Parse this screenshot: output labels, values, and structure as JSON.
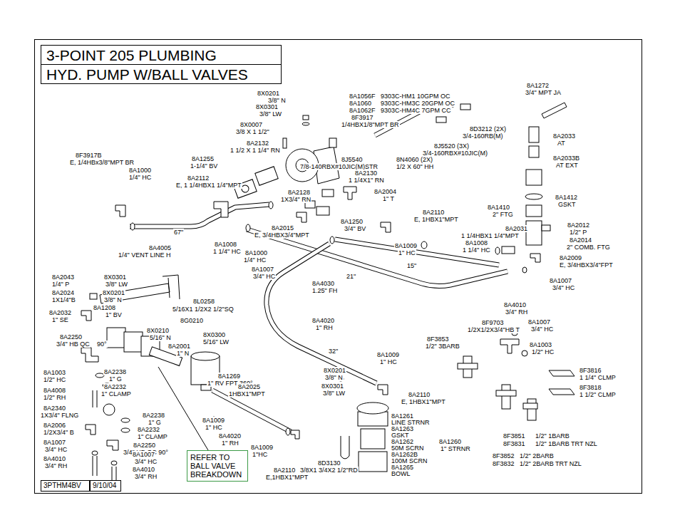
{
  "diagram": {
    "title": "3-POINT 205 PLUMBING HYD. PUMP W/BALL VALVES",
    "nodes": [
      {
        "text": [
          "REFER TO BALL VALVE BREAKDOWN"
        ]
      },
      {
        "text": [
          "3PTHM4BV"
        ]
      },
      {
        "text": [
          "9/10/04"
        ]
      }
    ],
    "labels": [
      "8X0201",
      "3/8\" N",
      "8X0301",
      "3/8\" LW",
      "8X0007",
      "3/8 X 1 1/2\"",
      "8A2132",
      "1 1/2 X 1 1/4\" RN",
      "8A1255",
      "1-1/4\" BV",
      "8A2112",
      "E, 1 1/4HBX1 1/4\"MPT",
      "8F3917B",
      "E, 1/4HBx3/8\"MPT BR",
      "8A1000",
      "1/4\" HC",
      "8A1056F",
      "9303C-HM1 10GPM OC",
      "8A1060",
      "9303C-HM3C 20GPM OC",
      "8A1062F",
      "9303C-HM4C 7GPM CC",
      "8F3917",
      "1/4HBX1/8\"MPT BR",
      "8D3212 (2X)",
      "3/4-160RB(M)",
      "8J5520 (3X)",
      "3/4-160RBX#10JIC(M)",
      "8J5540",
      "7/8-140RBX#10JIC(M)STR",
      "8N4060 (2X)",
      "1/2 X 60\" HH",
      "8A1272",
      "3/4\" MPT JA",
      "8A2033",
      "AT",
      "8A2033B",
      "AT EXT",
      "8A1412",
      "GSKT",
      "8A1410",
      "2\" FTG",
      "8A2012",
      "1/2\" P",
      "8A2014",
      "2\" COMB. FTG",
      "8A2031",
      "1 1/4HBX1 1/4\"MPT",
      "8A1008",
      "1 1/4\" HC",
      "8A2009",
      "E, 3/4HBX3/4\"FPT",
      "8A1007",
      "3/4\" HC",
      "8A2130",
      "1 1/4X1\" RN",
      "8A2004",
      "1\" T",
      "8A2110",
      "E, 1HBX1\"MPT",
      "8A2128",
      "1X3/4\" RN",
      "8A1250",
      "3/4\" BV",
      "8A2015",
      "E, 3/4HBX3/4\"MPT",
      "8A1009",
      "1\" HC",
      "15\"",
      "21\"",
      "8A4005",
      "1/4\" VENT LINE H",
      "67\"",
      "8A1008",
      "1 1/4\" HC",
      "8A1000",
      "1/4\" HC",
      "8A1007",
      "3/4\" HC",
      "8A4010",
      "3/4\" RH",
      "8A4030",
      "1.25\" FH",
      "8A4020",
      "1\" RH",
      "32\"",
      "8A2043",
      "1/4\" P",
      "8X0301",
      "3/8\" LW",
      "8A2024",
      "1X1/4\"B",
      "8X0201",
      "3/8\" N",
      "8A1208",
      "1\" BV",
      "8A2032",
      "1\" SE",
      "8L0258",
      "5/16X1 1/2X2 1/2\"SQ",
      "8G0210",
      "8X0210",
      "5/16\" N",
      "8X0300",
      "5/16\" LW",
      "8A2250",
      "3/4\" HB QC",
      "90°",
      "8A2001",
      "1\" N",
      "8A1003",
      "1/2\" HC",
      "8A2238",
      "1\" G",
      "8A2232",
      "1\" CLAMP",
      "8A4008",
      "1/2\" RH",
      "8A1269",
      "1\" RV FPT 360°",
      "8A2025",
      "1HBX1\"MPT",
      "8A2340",
      "1X3/4\" FLNG",
      "8A2006",
      "1/2X3/4\" B",
      "8A2238",
      "1\" G",
      "8A2232",
      "1\" CLAMP",
      "8A2250",
      "3/4\" HB QC 90°",
      "8A1007",
      "3/4\" HC",
      "8A1007",
      "3/4\" HC",
      "8A4010",
      "3/4\" RH",
      "8A4010",
      "3/4\" RH",
      "8A1009",
      "1\" HC",
      "8A4020",
      "1\" RH",
      "8A1009",
      "1\"HC",
      "8A2110",
      "E,1HBX1\"MPT",
      "8D3130",
      "3/8X1 3/4X2 1/2\"RD",
      "8X0201",
      "3/8\" N",
      "8X0301",
      "3/8\" LW",
      "8A1009",
      "1\" HC",
      "8A2110",
      "E, 1HBX1\"MPT",
      "8A1261",
      "LINE STRNR",
      "8A1263",
      "GSKT",
      "8A1262",
      "50M SCRN",
      "8A1262B",
      "100M SCRN",
      "8A1265",
      "BOWL",
      "8A1260",
      "1\" STRNR",
      "8F9703",
      "1/2X1/2X3/4\"HB T",
      "8A1007",
      "3/4\" HC",
      "8F3853",
      "1/2\" 3BARB",
      "8A1003",
      "1/2\" HC",
      "8F3816",
      "1 1/4\" CLMP",
      "8F3818",
      "1 1/2\" CLMP",
      "8F3851",
      "1/2\" 1BARB",
      "8F3831",
      "1/2\" 1BARB TRT NZL",
      "8F3852",
      "1/2\" 2BARB",
      "8F3832",
      "1/2\" 2BARB TRT NZL"
    ]
  }
}
